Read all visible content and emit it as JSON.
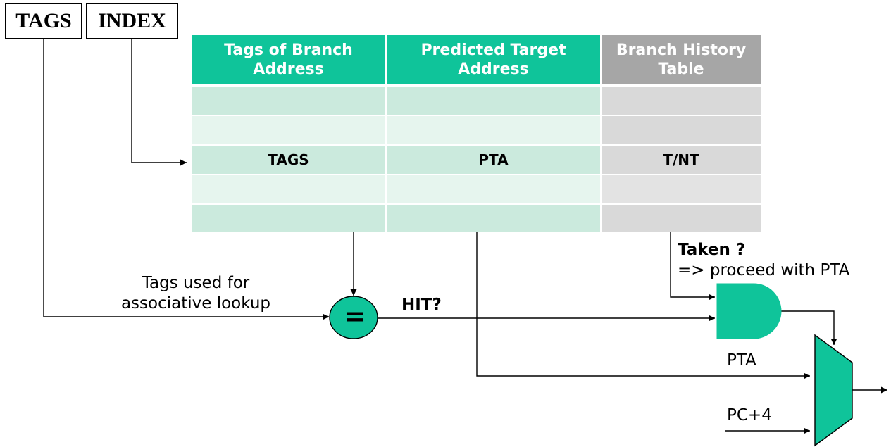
{
  "input_boxes": {
    "tags": "TAGS",
    "index": "INDEX"
  },
  "btb": {
    "headers": {
      "tags_col": "Tags of Branch Address",
      "pta_col": "Predicted Target Address",
      "bht_col": "Branch History Table"
    },
    "row_entries": {
      "tags": "TAGS",
      "pta": "PTA",
      "bht": "T/NT"
    }
  },
  "labels": {
    "tags_used": "Tags used for associative lookup",
    "compare_symbol": "=",
    "hit": "HIT?",
    "taken": "Taken ?",
    "proceed": "=> proceed with PTA",
    "pta_input": "PTA",
    "pc4_input": "PC+4"
  },
  "colors": {
    "header_green": "#0fc49a",
    "header_gray": "#a6a6a6",
    "row_green_dark": "#cbeadd",
    "row_green_light": "#e6f5ee",
    "row_gray_dark": "#d9d9d9",
    "row_gray_light": "#e3e3e3",
    "gate_fill": "#0fc49a"
  }
}
